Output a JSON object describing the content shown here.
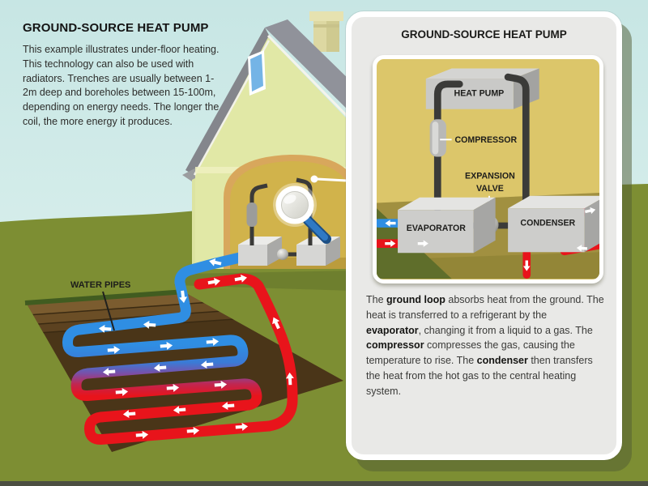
{
  "left_panel": {
    "title": "GROUND-SOURCE HEAT PUMP",
    "body": "This example illustrates under-floor heating. This technology can also be used with radiators. Trenches are usually between 1-2m deep and boreholes between 15-100m, depending on energy needs. The longer the coil, the more energy it produces."
  },
  "scene": {
    "water_pipes_label": "WATER PIPES"
  },
  "panel": {
    "title": "GROUND-SOURCE HEAT PUMP",
    "labels": {
      "heat_pump": "HEAT PUMP",
      "compressor": "COMPRESSOR",
      "expansion_1": "EXPANSION",
      "expansion_2": "VALVE",
      "evaporator": "EVAPORATOR",
      "condenser": "CONDENSER"
    },
    "body": [
      {
        "text": "The ",
        "bold": false
      },
      {
        "text": "ground loop",
        "bold": true
      },
      {
        "text": " absorbs heat from the ground. The heat is transferred to a refrigerant by the ",
        "bold": false
      },
      {
        "text": "evaporator",
        "bold": true
      },
      {
        "text": ", changing it from a liquid to a gas. The ",
        "bold": false
      },
      {
        "text": "compressor",
        "bold": true
      },
      {
        "text": " compresses the gas, causing the temperature to rise. The ",
        "bold": false
      },
      {
        "text": "condenser",
        "bold": true
      },
      {
        "text": " then transfers the heat from the hot gas to the central heating system.",
        "bold": false
      }
    ]
  },
  "colors": {
    "sky": "#cbe8e6",
    "grass": "#7d8e33",
    "soil": "#4a3518",
    "cold_pipe": "#2f8ee3",
    "hot_pipe": "#e8141b",
    "transition_pipe": "#7a4fa8",
    "panel_bg": "#e9e9e7",
    "diagram_bg": "#dcc66a",
    "house_wall": "#e1e8a6",
    "roof": "#90929a"
  }
}
